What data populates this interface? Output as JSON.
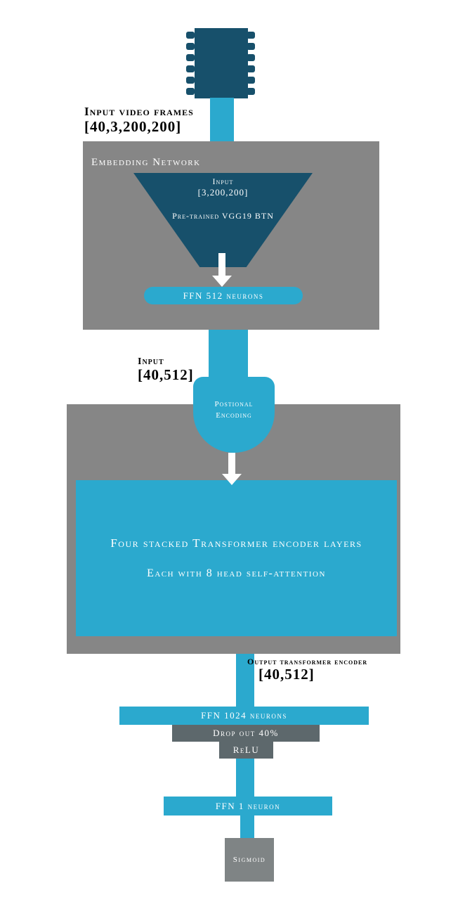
{
  "colors": {
    "cyan": "#2BA9CE",
    "teal": "#17506B",
    "gray": "#868686",
    "dark_gray": "#5D686C",
    "sigmoid_gray": "#7F8485"
  },
  "input_label": {
    "line1": "Input video frames",
    "line2": "[40,3,200,200]"
  },
  "embedding": {
    "title": "Embedding Network",
    "input": "Input",
    "input_shape": "[3,200,200]",
    "backbone": "Pre-trained VGG19 BTN",
    "ffn": "FFN 512 neurons"
  },
  "pe_input_label": {
    "line1": "Input",
    "line2": "[40,512]"
  },
  "positional_encoding": {
    "line1": "Postional",
    "line2": "Encoding"
  },
  "transformer": {
    "line1": "Four stacked Transformer encoder layers",
    "line2": "Each with 8 head self-attention"
  },
  "output_label": {
    "line1": "Output transformer encoder",
    "line2": "[40,512]"
  },
  "bars": {
    "ffn1024": "FFN 1024 neurons",
    "dropout": "Drop out 40%",
    "relu": "ReLU",
    "ffn1": "FFN 1 neuron",
    "sigmoid": "Sigmoid"
  }
}
